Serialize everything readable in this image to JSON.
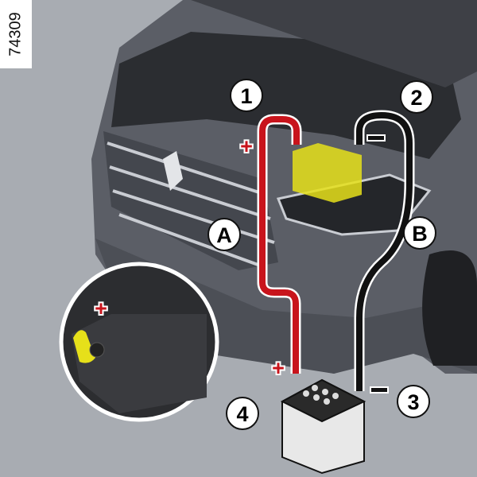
{
  "reference_code": "74309",
  "callouts": {
    "one": "1",
    "two": "2",
    "three": "3",
    "four": "4",
    "a": "A",
    "b": "B"
  },
  "polarity": {
    "positive": "+",
    "negative": "−"
  },
  "colors": {
    "positive_cable": "#c8141c",
    "negative_cable": "#111111",
    "battery_highlight": "#e6e01a",
    "background": "#a8acb2",
    "body": "#5b5e66"
  }
}
